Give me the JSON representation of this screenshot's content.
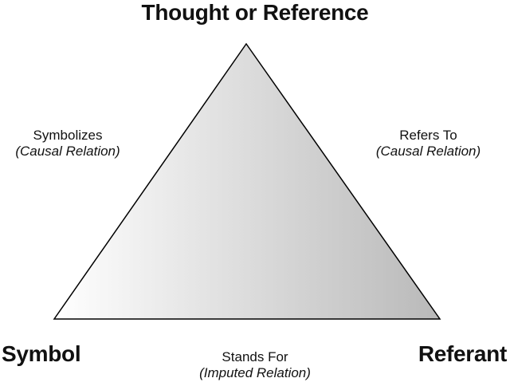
{
  "diagram": {
    "vertices": {
      "top": "Thought or Reference",
      "left": "Symbol",
      "right": "Referant"
    },
    "edges": {
      "left": {
        "label": "Symbolizes",
        "sub": "(Causal Relation)"
      },
      "right": {
        "label": "Refers To",
        "sub": "(Causal Relation)"
      },
      "bottom": {
        "label": "Stands For",
        "sub": "(Imputed Relation)"
      }
    },
    "colors": {
      "fill_light": "#ffffff",
      "fill_dark": "#b9b9b9",
      "stroke": "#000000"
    }
  }
}
